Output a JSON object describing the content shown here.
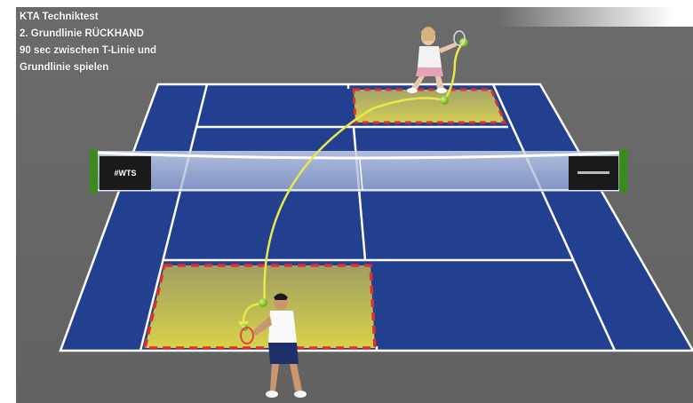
{
  "title": {
    "line1": "KTA Techniktest",
    "line2": "2. Grundlinie RÜCKHAND",
    "line3": "90 sec zwischen T-Linie und",
    "line4": "Grundlinie spielen"
  },
  "net": {
    "left_banner_text": "#WTS"
  },
  "colors": {
    "background": "#666666",
    "court_blue": "#233f8f",
    "court_lines": "#ffffff",
    "target_zone": "#c9c35a",
    "zone_border": "#e0302a",
    "ball_path": "#e8e84a",
    "ball": "#8bd02a",
    "net_post": "#3a8a1c"
  },
  "icons": {
    "player_bottom": "tennis-player-icon",
    "player_top": "tennis-player-icon",
    "ball": "tennis-ball-icon"
  }
}
